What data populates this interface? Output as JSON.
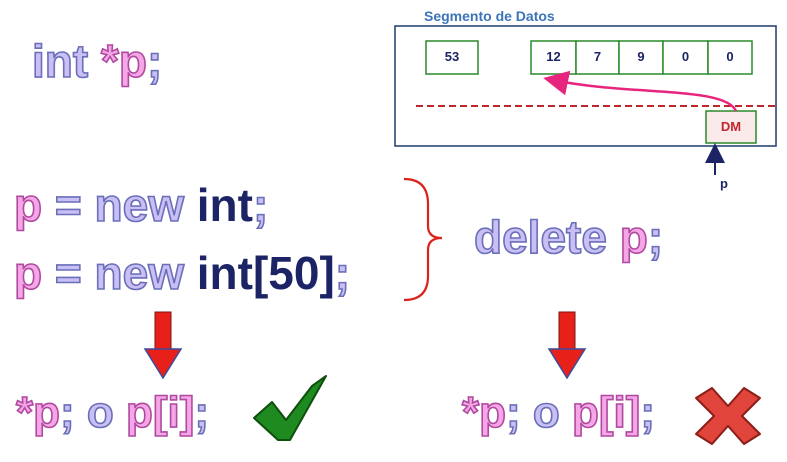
{
  "decl": {
    "keyword": "int",
    "star": "*",
    "var": "p",
    "semicolon": ";"
  },
  "memory": {
    "title": "Segmento de Datos",
    "single_value": "53",
    "array_values": [
      "12",
      "7",
      "9",
      "0",
      "0"
    ],
    "heap_label": "DM",
    "pointer_label": "p"
  },
  "alloc": {
    "line1": {
      "var": "p",
      "op": " = new ",
      "type": "int",
      "end": ";"
    },
    "line2": {
      "var": "p",
      "op": " = new ",
      "type": "int[50]",
      "end": ";"
    }
  },
  "delete_stmt": {
    "keyword": "delete ",
    "var": "p",
    "end": ";"
  },
  "access_ok": {
    "star": "*",
    "var": "p",
    "mid": "; o ",
    "arr": "p[i]",
    "end": ";"
  },
  "access_bad": {
    "star": "*",
    "var": "p",
    "mid": "; o ",
    "arr": "p[i]",
    "end": ";"
  },
  "colors": {
    "lavender": "#c9bff5",
    "pink": "#f4a6e6",
    "navy": "#1d2466",
    "red": "#e8201a",
    "green": "#1f8a1f"
  }
}
